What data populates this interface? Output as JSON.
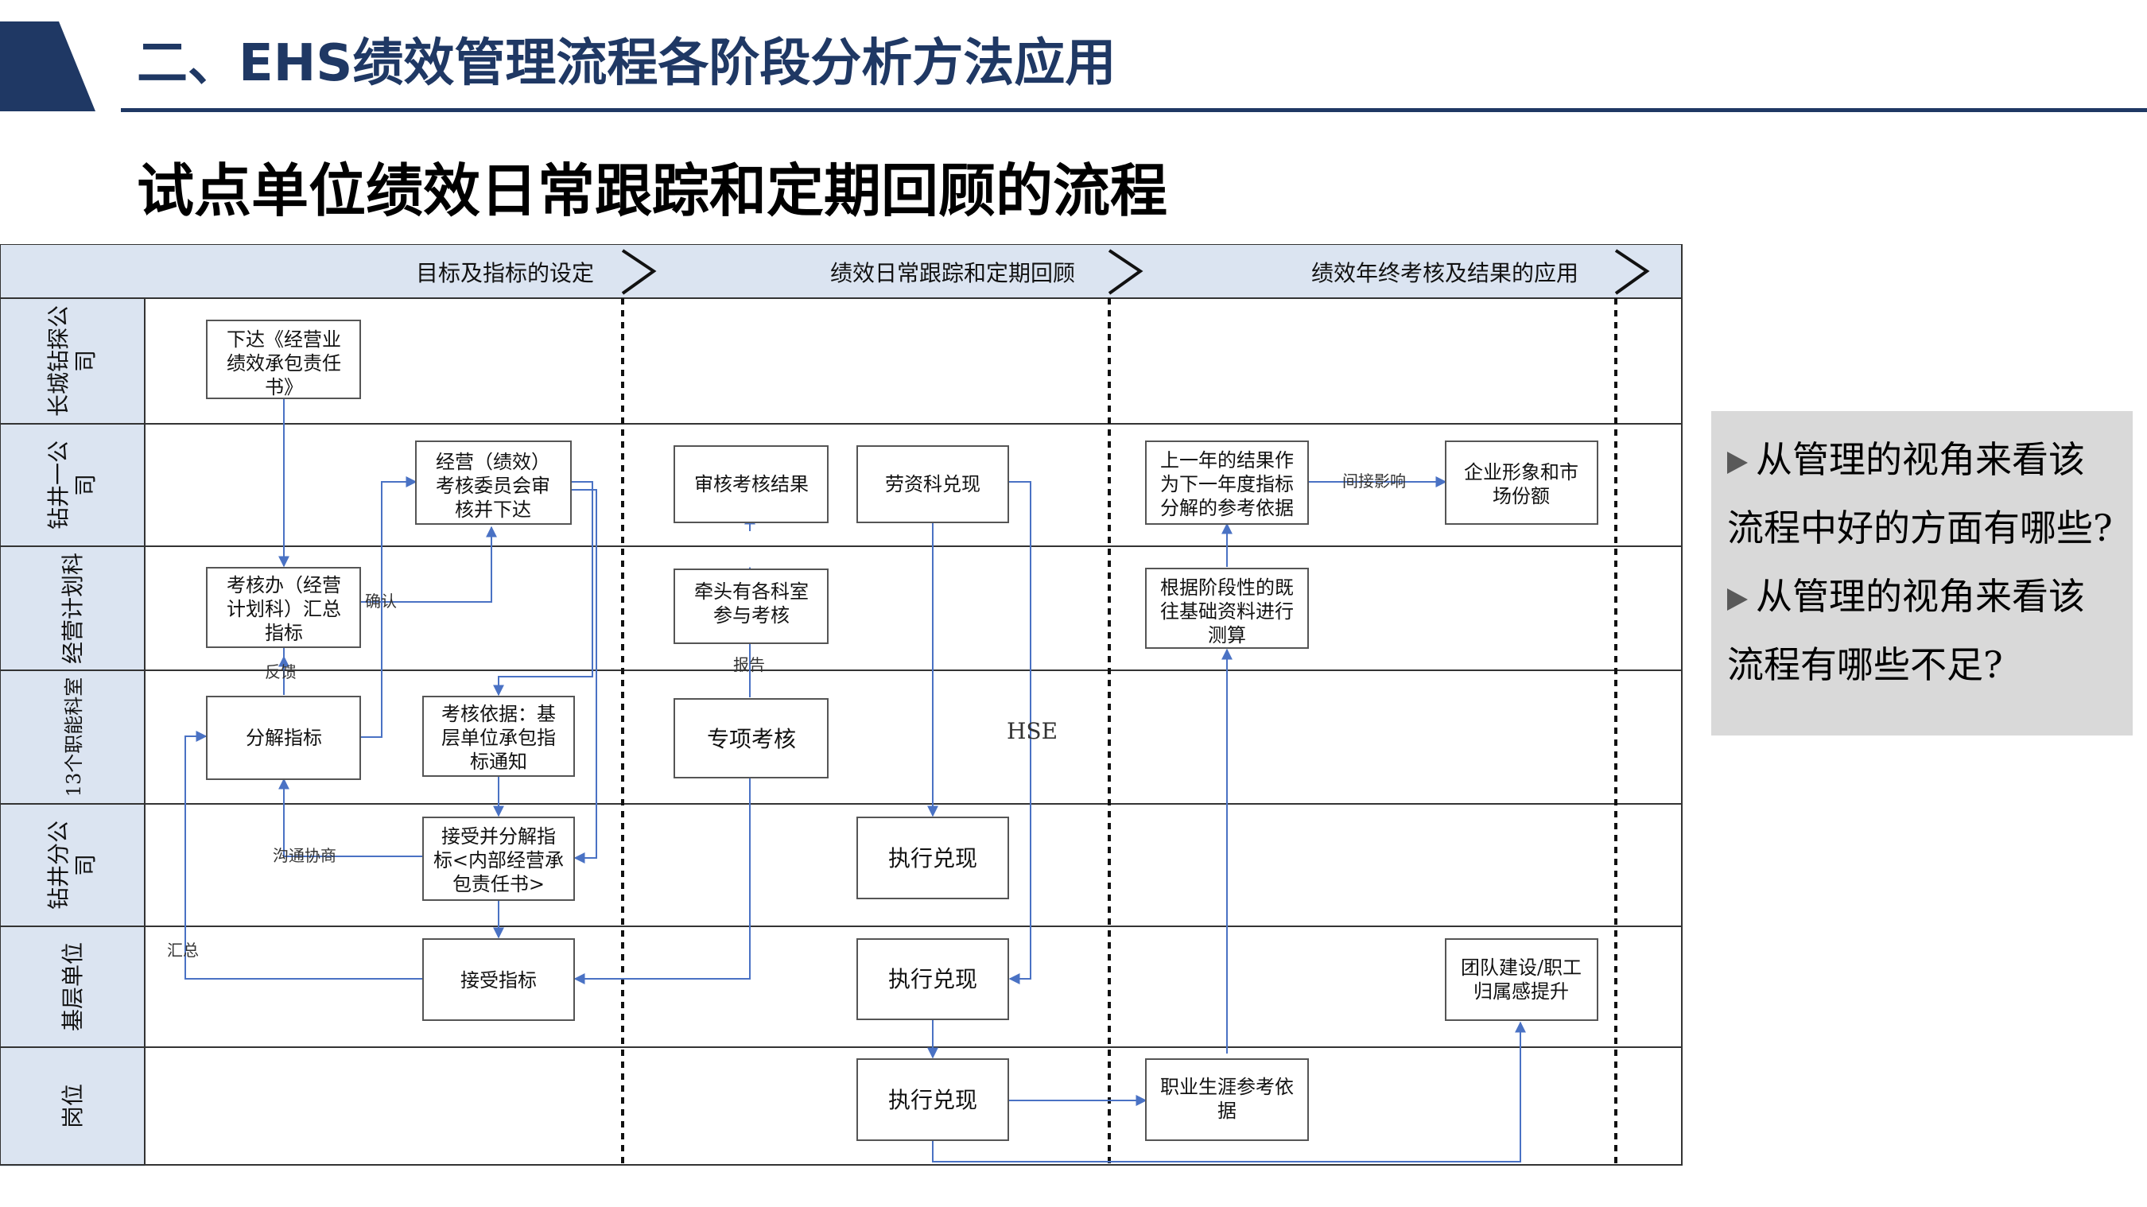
{
  "header": {
    "title": "二、EHS绩效管理流程各阶段分析方法应用",
    "accent_color": "#1f3864"
  },
  "subtitle": "试点单位绩效日常跟踪和定期回顾的流程",
  "phases": [
    "目标及指标的设定",
    "绩效日常跟踪和定期回顾",
    "绩效年终考核及结果的应用"
  ],
  "lanes": [
    [
      "长城钻探公",
      "司"
    ],
    [
      "钻井一公",
      "司"
    ],
    [
      "经营计划科"
    ],
    [
      "13个职能科室"
    ],
    [
      "钻井分公",
      "司"
    ],
    [
      "基层单位"
    ],
    [
      "岗位"
    ]
  ],
  "boxes": {
    "issue_contract": [
      "下达《经营业",
      "绩效承包责任",
      "书》"
    ],
    "committee_review": [
      "经营（绩效）",
      "考核委员会审",
      "核并下达"
    ],
    "assessment_office": [
      "考核办（经营",
      "计划科）汇总",
      "指标"
    ],
    "decompose": [
      "分解指标"
    ],
    "basis": [
      "考核依据：基",
      "层单位承包指",
      "标通知"
    ],
    "accept_decompose": [
      "接受并分解指",
      "标<内部经营承",
      "包责任书>"
    ],
    "accept": [
      "接受指标"
    ],
    "review_results": [
      "审核考核结果"
    ],
    "labor_dept": [
      "劳资科兑现"
    ],
    "lead_depts": [
      "牵头有各科室",
      "参与考核"
    ],
    "special_review": [
      "专项考核"
    ],
    "execute_1": [
      "执行兑现"
    ],
    "execute_2": [
      "执行兑现"
    ],
    "execute_3": [
      "执行兑现"
    ],
    "prev_year": [
      "上一年的结果作",
      "为下一年度指标",
      "分解的参考依据"
    ],
    "image": [
      "企业形象和市",
      "场份额"
    ],
    "estimate": [
      "根据阶段性的既",
      "往基础资料进行",
      "测算"
    ],
    "career": [
      "职业生涯参考依",
      "据"
    ],
    "team": [
      "团队建设/职工",
      "归属感提升"
    ]
  },
  "edge_labels": {
    "confirm": "确认",
    "feedback": "反馈",
    "negotiate": "沟通协商",
    "summary": "汇总",
    "report": "报告",
    "hse": "HSE",
    "indirect": "间接影响"
  },
  "questions": [
    "从管理的视角来看该",
    "流程中好的方面有哪些?",
    "从管理的视角来看该",
    "流程有哪些不足?"
  ],
  "colors": {
    "arrow": "#4a72c4",
    "lane_header": "#dbe4f1",
    "box_border": "#555555"
  }
}
